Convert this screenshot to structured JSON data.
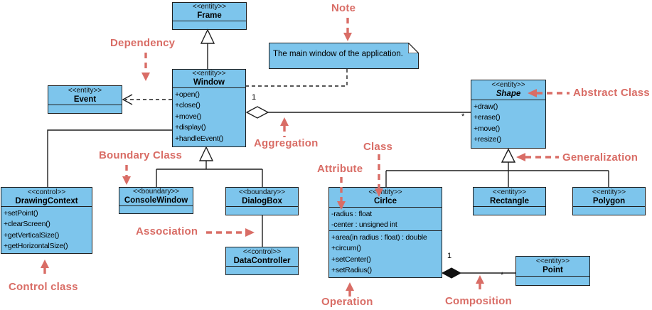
{
  "diagram": {
    "box_fill": "#7dc5ec",
    "box_border": "#1f1f1f",
    "annotation_color": "#d96d66"
  },
  "classes": {
    "frame": {
      "stereotype": "<<entity>>",
      "name": "Frame"
    },
    "window": {
      "stereotype": "<<entity>>",
      "name": "Window",
      "operations": [
        "+open()",
        "+close()",
        "+move()",
        "+display()",
        "+handleEvent()"
      ]
    },
    "event": {
      "stereotype": "<<entity>>",
      "name": "Event"
    },
    "shape": {
      "stereotype": "<<entity>>",
      "name": "Shape",
      "operations": [
        "+draw()",
        "+erase()",
        "+move()",
        "+resize()"
      ]
    },
    "drawing_context": {
      "stereotype": "<<control>>",
      "name": "DrawingContext",
      "operations": [
        "+setPoint()",
        "+clearScreen()",
        "+getVerticalSize()",
        "+getHorizontalSize()"
      ]
    },
    "console_window": {
      "stereotype": "<<boundary>>",
      "name": "ConsoleWindow"
    },
    "dialog_box": {
      "stereotype": "<<boundary>>",
      "name": "DialogBox"
    },
    "circle": {
      "stereotype": "<<entity>>",
      "name": "Cirlce",
      "attributes": [
        "-radius : float",
        "-center : unsigned int"
      ],
      "operations": [
        "+area(in radius : float) : double",
        "+circum()",
        "+setCenter()",
        "+setRadius()"
      ]
    },
    "rectangle": {
      "stereotype": "<<entity>>",
      "name": "Rectangle"
    },
    "polygon": {
      "stereotype": "<<entity>>",
      "name": "Polygon"
    },
    "data_controller": {
      "stereotype": "<<control>>",
      "name": "DataController"
    },
    "point": {
      "stereotype": "<<entity>>",
      "name": "Point"
    }
  },
  "note": {
    "text": "The main window of the application."
  },
  "multiplicities": {
    "aggregation_source": "1",
    "aggregation_target": "*",
    "composition_source": "1",
    "composition_target": "*"
  },
  "annotations": {
    "note_label": "Note",
    "dependency": "Dependency",
    "abstract_class": "Abstract Class",
    "aggregation": "Aggregation",
    "boundary_class": "Boundary Class",
    "class_label": "Class",
    "attribute": "Attribute",
    "generalization": "Generalization",
    "association": "Association",
    "control_class": "Control class",
    "operation": "Operation",
    "composition": "Composition"
  }
}
